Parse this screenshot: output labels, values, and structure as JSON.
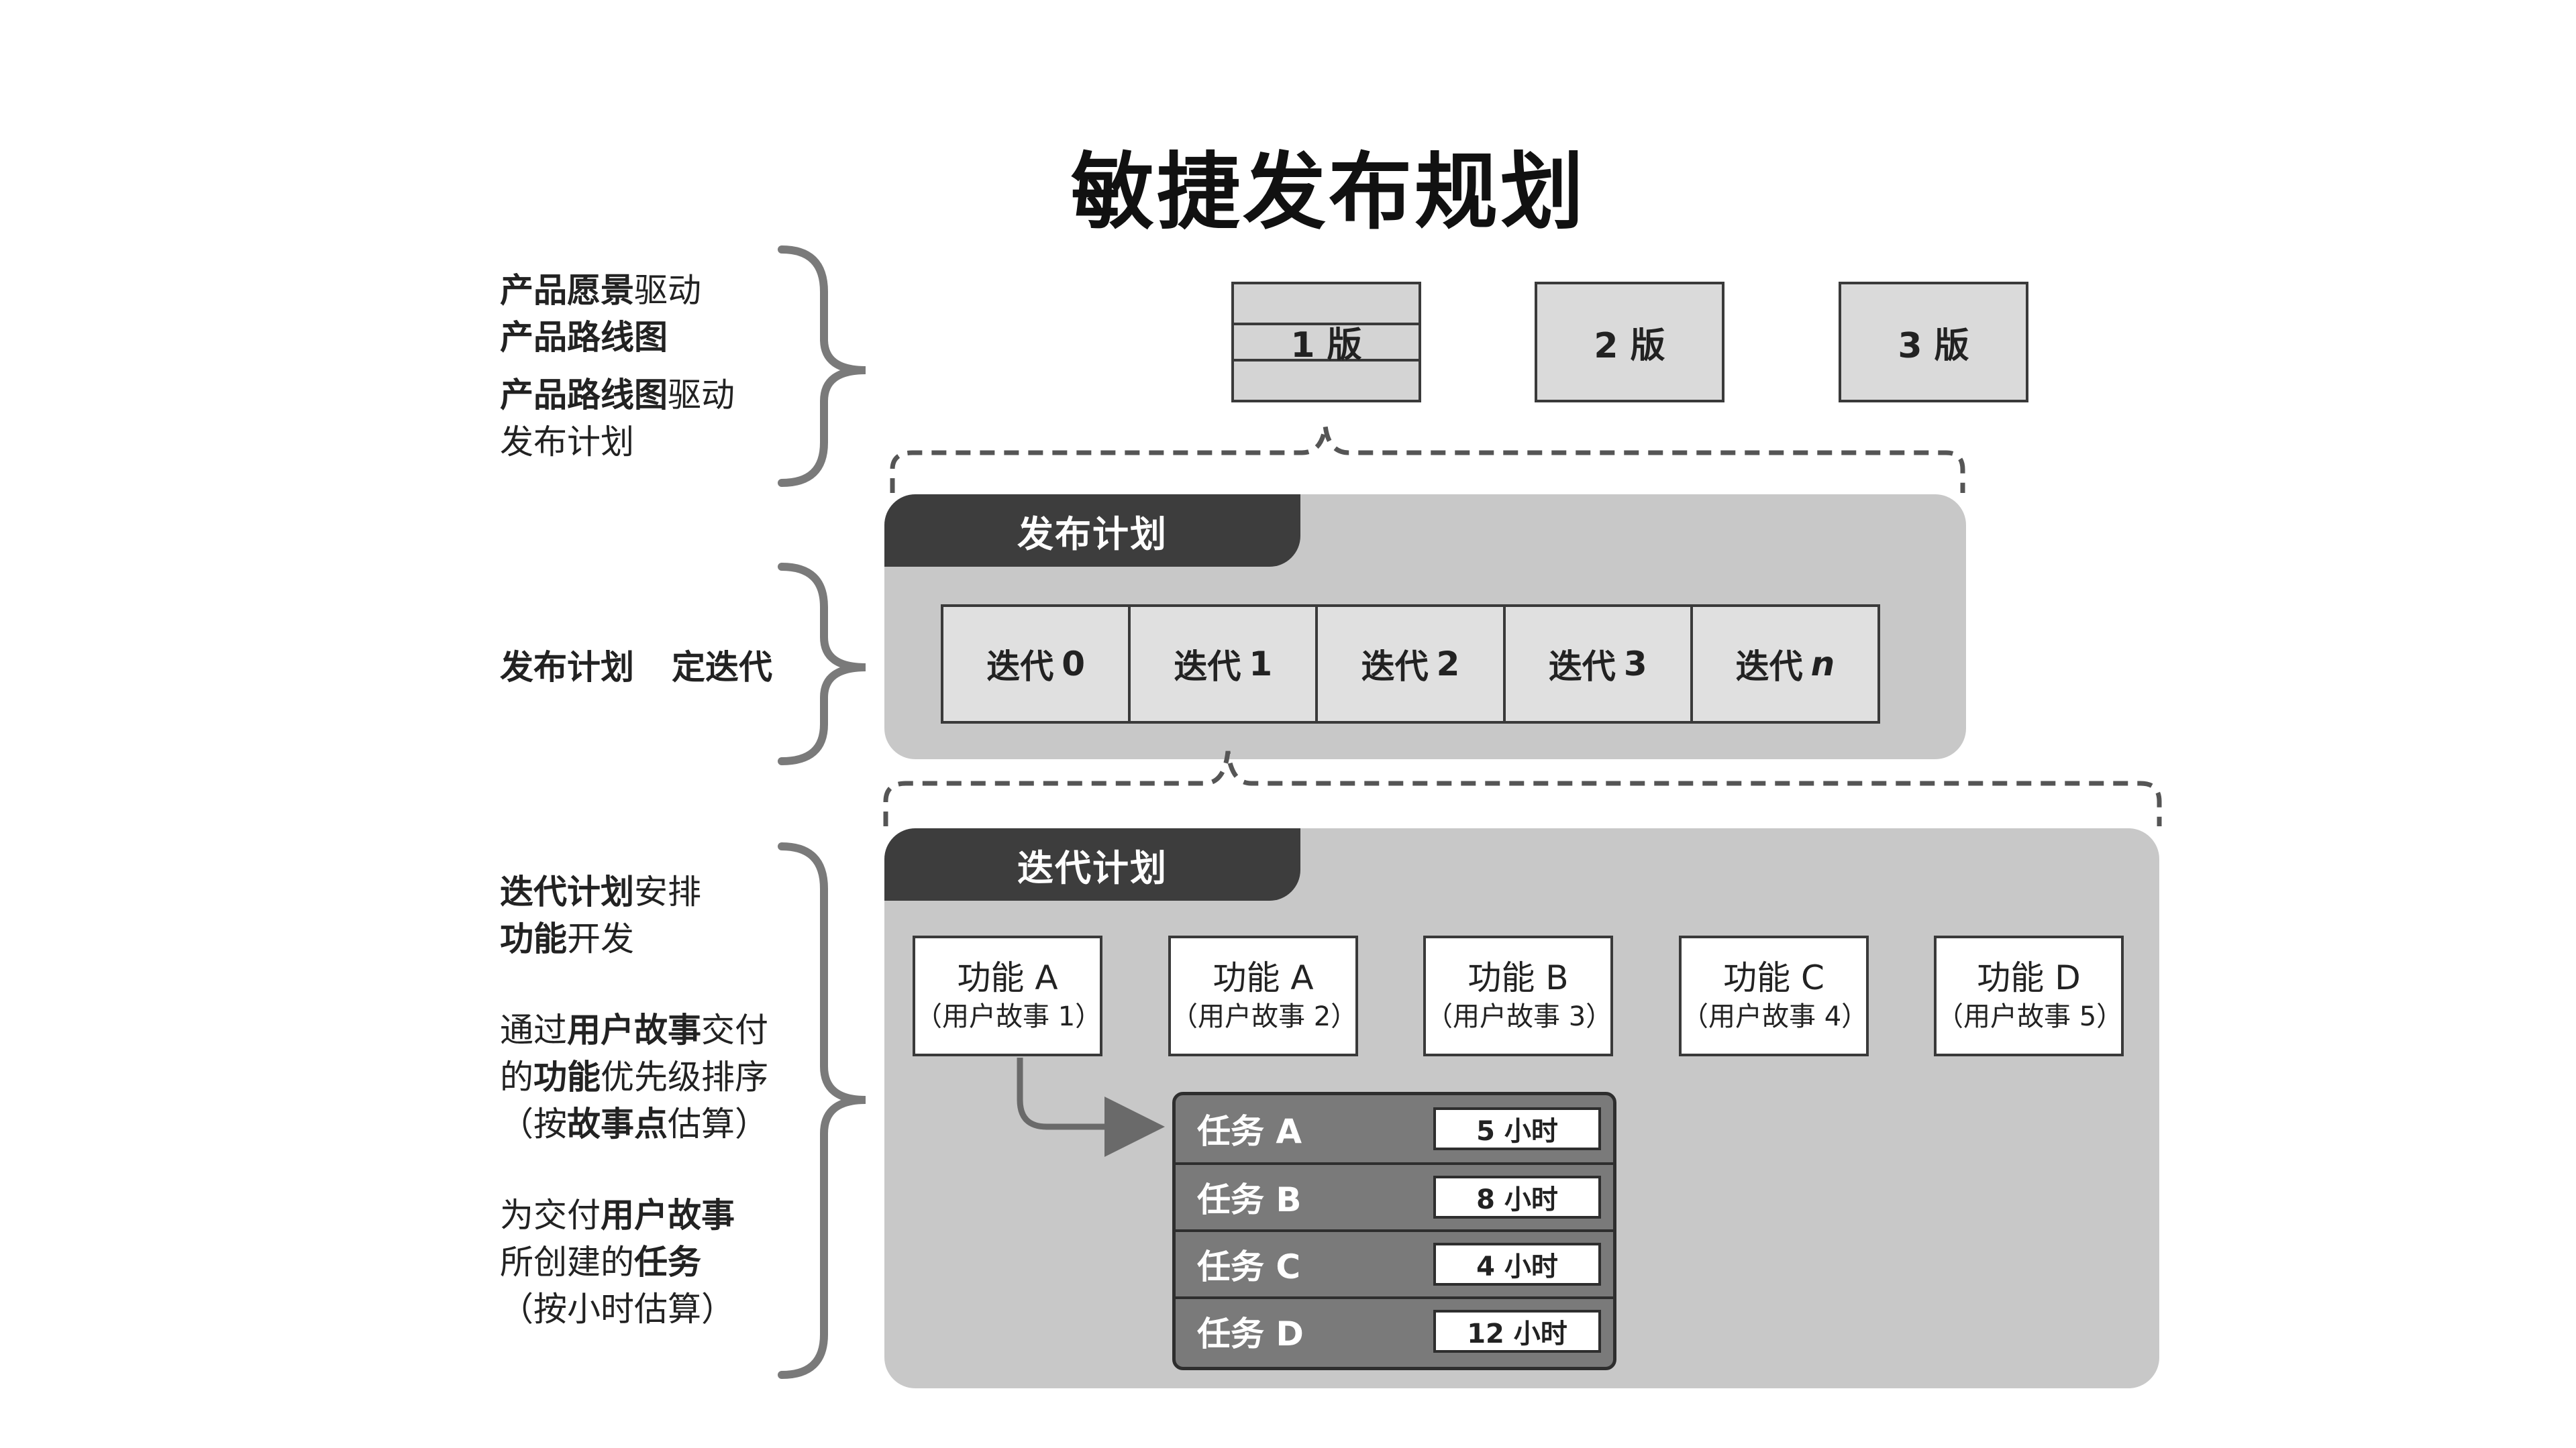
{
  "title": "敏捷发布规划",
  "left_notes": {
    "block1": {
      "line1_bold": "产品愿景",
      "line1_rest": "驱动",
      "line2_bold": "产品路线图",
      "line3_bold": "产品路线图",
      "line3_rest": "驱动",
      "line4": "发布计划"
    },
    "block2": {
      "part1": "发布计划",
      "part2": "定",
      "part3_bold": "迭代"
    },
    "block3": {
      "l1_bold": "迭代计划",
      "l1_rest": "安排",
      "l2_bold": "功能",
      "l2_rest": "开发",
      "l3_a": "通过",
      "l3_bold": "用户故事",
      "l3_c": "交付",
      "l4_a": "的",
      "l4_bold": "功能",
      "l4_c": "优先级排序",
      "l5_a": "（按",
      "l5_bold": "故事点",
      "l5_c": "估算）",
      "l6_a": "为交付",
      "l6_bold": "用户故事",
      "l7_a": "所创建的",
      "l7_bold": "任务",
      "l8": "（按小时估算）"
    }
  },
  "releases": [
    "1 版",
    "2 版",
    "3 版"
  ],
  "release_plan": {
    "label": "发布计划",
    "iterations": [
      {
        "label": "迭代",
        "num": "0",
        "italic": false
      },
      {
        "label": "迭代",
        "num": "1",
        "italic": false
      },
      {
        "label": "迭代",
        "num": "2",
        "italic": false
      },
      {
        "label": "迭代",
        "num": "3",
        "italic": false
      },
      {
        "label": "迭代",
        "num": "n",
        "italic": true
      }
    ]
  },
  "iteration_plan": {
    "label": "迭代计划",
    "features": [
      {
        "name": "功能 A",
        "story": "（用户故事 1）"
      },
      {
        "name": "功能 A",
        "story": "（用户故事 2）"
      },
      {
        "name": "功能 B",
        "story": "（用户故事 3）"
      },
      {
        "name": "功能 C",
        "story": "（用户故事 4）"
      },
      {
        "name": "功能 D",
        "story": "（用户故事 5）"
      }
    ],
    "tasks": [
      {
        "name": "任务 A",
        "hours": "5 小时"
      },
      {
        "name": "任务 B",
        "hours": "8 小时"
      },
      {
        "name": "任务 C",
        "hours": "4 小时"
      },
      {
        "name": "任务 D",
        "hours": "12 小时"
      }
    ]
  },
  "colors": {
    "panel": "#c8c8c8",
    "tab": "#3d3d3d",
    "release_box": "#dadada",
    "task_panel": "#7a7a7a"
  }
}
